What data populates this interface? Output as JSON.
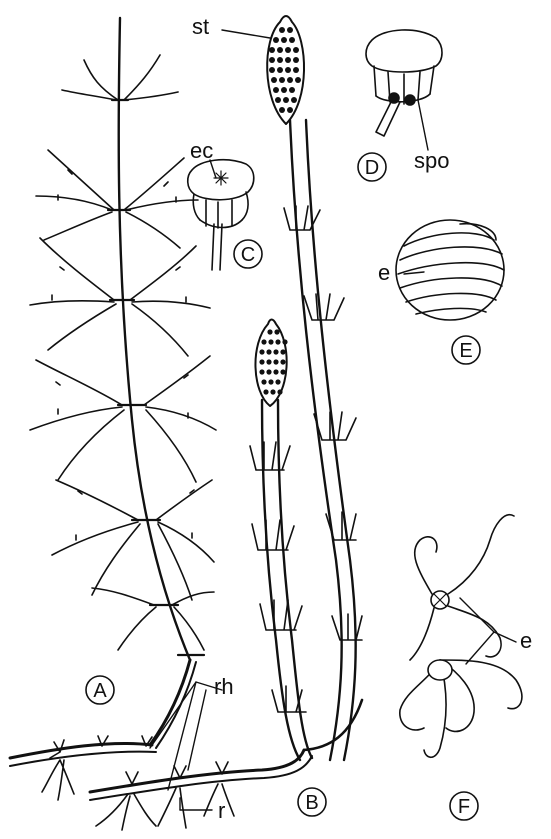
{
  "figure": {
    "labels": {
      "st": "st",
      "ec": "ec",
      "spo": "spo",
      "e_elater_coiled": "e",
      "e_elater_uncoiled": "e",
      "rh": "rh",
      "r": "r"
    },
    "panels": {
      "A": "A",
      "B": "B",
      "C": "C",
      "D": "D",
      "E": "E",
      "F": "F"
    }
  },
  "colors": {
    "ink": "#111111",
    "paper": "#ffffff"
  }
}
